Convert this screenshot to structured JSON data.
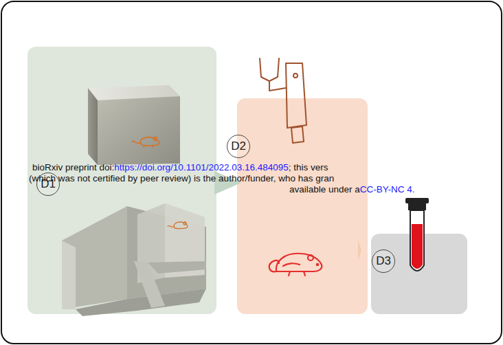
{
  "diagram": {
    "nodes": [
      {
        "text": [
          "D1"
        ]
      },
      {
        "text": [
          "D2"
        ]
      },
      {
        "text": [
          "D3"
        ]
      }
    ],
    "edges": [
      {
        "from": 0,
        "to": 1,
        "arrow": "to"
      },
      {
        "from": 1,
        "to": 2,
        "arrow": "to"
      }
    ],
    "labels": [
      "bioRxiv preprint doi:",
      "https://doi.org/10.1101/2022.03.16.484095",
      "; this vers",
      "(which was not certified by peer review) is the author/funder, who has gran",
      "available under a",
      "CC-BY-NC 4."
    ]
  }
}
